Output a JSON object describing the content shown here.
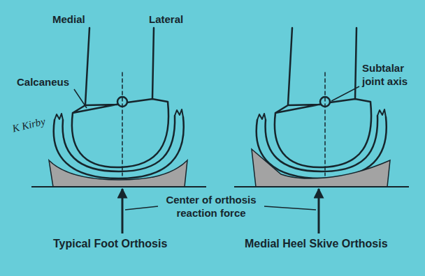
{
  "diagram": {
    "labels": [
      "Medial",
      "Lateral",
      "Subtalar joint axis",
      "Calcaneus",
      "K Kirby",
      "Center of orthosis reaction force",
      "Typical Foot Orthosis",
      "Medial Heel Skive Orthosis"
    ]
  }
}
